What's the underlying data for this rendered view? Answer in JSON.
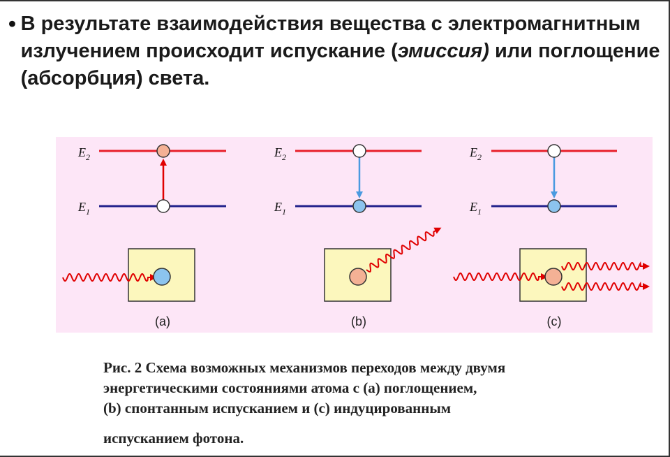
{
  "slide": {
    "bullet": "•",
    "text_part1": "В результате взаимодействия вещества с электромагнитным излучением происходит испускание (",
    "text_em": "эмиссия)",
    "text_part2": " или поглощение (абсорбция) света."
  },
  "figure": {
    "level_upper": "E",
    "level_upper_sub": "2",
    "level_lower": "E",
    "level_lower_sub": "1",
    "panel_labels": [
      "(a)",
      "(b)",
      "(c)"
    ],
    "colors": {
      "background": "#fde6f7",
      "upper_level": "#e8202a",
      "lower_level": "#23238c",
      "excited_atom": "#f4b195",
      "ground_atom": "#8cc4ee",
      "box": "#fcf7bd",
      "absorption_arrow": "#e00000",
      "emission_arrow": "#4a9ae0",
      "photon": "#e00000"
    }
  },
  "caption": {
    "line1": "Рис. 2 Схема возможных механизмов переходов между двумя",
    "line2": "энергетическими состояниями атома с (а) поглощением,",
    "line3": "(b) спонтанным испусканием и (c) индуцированным",
    "line4": "испусканием фотона."
  }
}
